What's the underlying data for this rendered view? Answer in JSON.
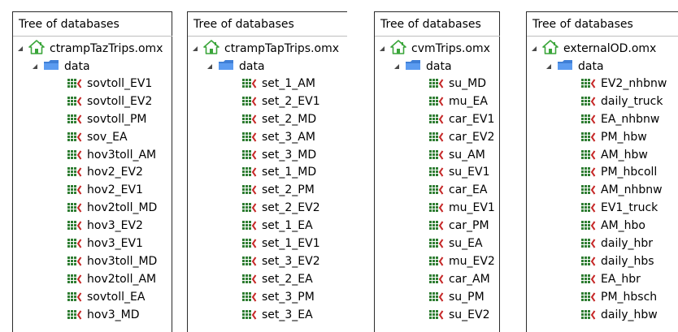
{
  "panels": [
    {
      "title": "Tree of databases",
      "file": "ctrampTazTrips.omx",
      "folder": "data",
      "items": [
        "sovtoll_EV1",
        "sovtoll_EV2",
        "sovtoll_PM",
        "sov_EA",
        "hov3toll_AM",
        "hov2_EV2",
        "hov2_EV1",
        "hov2toll_MD",
        "hov3_EV2",
        "hov3_EV1",
        "hov3toll_MD",
        "hov2toll_AM",
        "sovtoll_EA",
        "hov3_MD"
      ]
    },
    {
      "title": "Tree of databases",
      "file": "ctrampTapTrips.omx",
      "folder": "data",
      "items": [
        "set_1_AM",
        "set_2_EV1",
        "set_2_MD",
        "set_3_AM",
        "set_3_MD",
        "set_1_MD",
        "set_2_PM",
        "set_2_EV2",
        "set_1_EA",
        "set_1_EV1",
        "set_3_EV2",
        "set_2_EA",
        "set_3_PM",
        "set_3_EA"
      ]
    },
    {
      "title": "Tree of databases",
      "file": "cvmTrips.omx",
      "folder": "data",
      "items": [
        "su_MD",
        "mu_EA",
        "car_EV1",
        "car_EV2",
        "su_AM",
        "su_EV1",
        "car_EA",
        "mu_EV1",
        "car_PM",
        "su_EA",
        "mu_EV2",
        "car_AM",
        "su_PM",
        "su_EV2"
      ]
    },
    {
      "title": "Tree of databases",
      "file": "externalOD.omx",
      "folder": "data",
      "items": [
        "EV2_nhbnw",
        "daily_truck",
        "EA_nhbnw",
        "PM_hbw",
        "AM_hbw",
        "PM_hbcoll",
        "AM_nhbnw",
        "EV1_truck",
        "AM_hbo",
        "daily_hbr",
        "daily_hbs",
        "EA_hbr",
        "PM_hbsch",
        "daily_hbw"
      ]
    }
  ],
  "colors": {
    "home_icon": "#3aa53a",
    "folder_icon": "#3f7fd6",
    "matrix_grid": "#2e7d32",
    "matrix_mark": "#c62828"
  }
}
